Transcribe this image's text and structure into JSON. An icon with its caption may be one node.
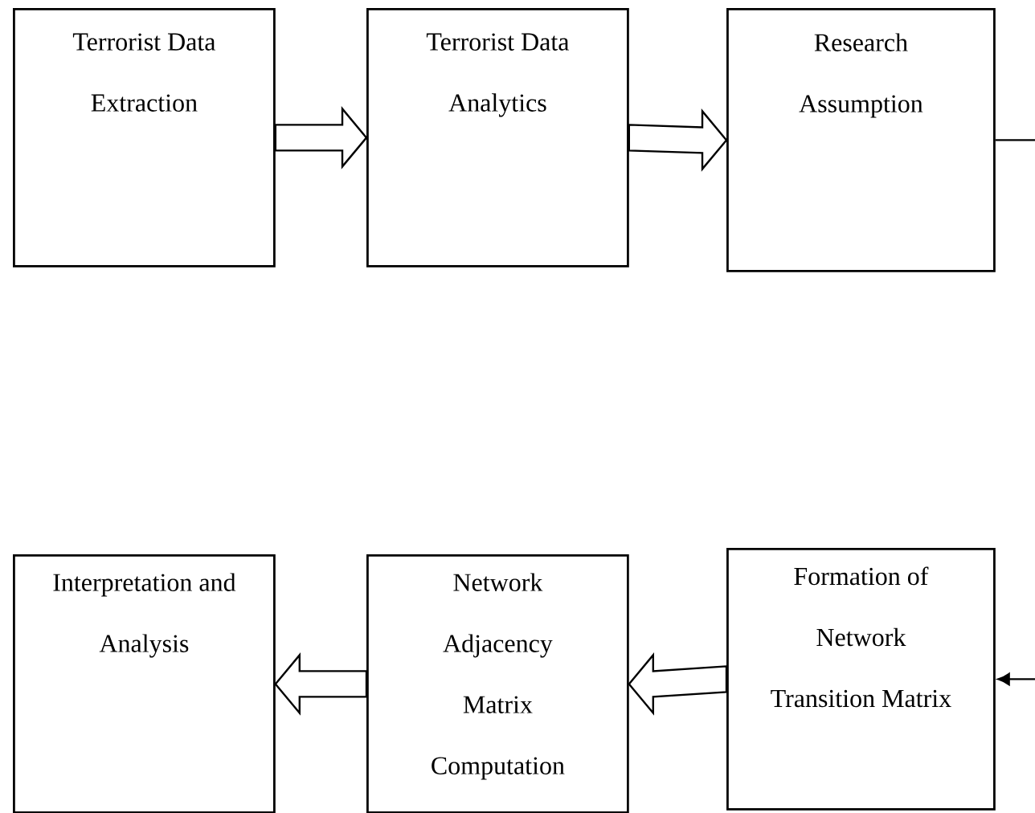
{
  "diagram": {
    "nodes": [
      {
        "text": [
          "Terrorist Data Extraction"
        ]
      },
      {
        "text": [
          "Terrorist Data Analytics"
        ]
      },
      {
        "text": [
          "Research Assumption"
        ]
      },
      {
        "text": [
          "Interpretation and Analysis"
        ]
      },
      {
        "text": [
          "Network Adjacency Matrix Computation"
        ]
      },
      {
        "text": [
          "Formation of Network Transition Matrix"
        ]
      }
    ],
    "edges": [
      {
        "from": 0,
        "to": 1,
        "arrow": "to",
        "style": "thick"
      },
      {
        "from": 1,
        "to": 2,
        "arrow": "to",
        "style": "thick"
      },
      {
        "from": 2,
        "to": null,
        "arrow": "none"
      },
      {
        "from": null,
        "to": 5,
        "arrow": "to"
      },
      {
        "from": 5,
        "to": 4,
        "arrow": "to",
        "style": "thick"
      },
      {
        "from": 4,
        "to": 3,
        "arrow": "to",
        "style": "thick"
      }
    ]
  }
}
